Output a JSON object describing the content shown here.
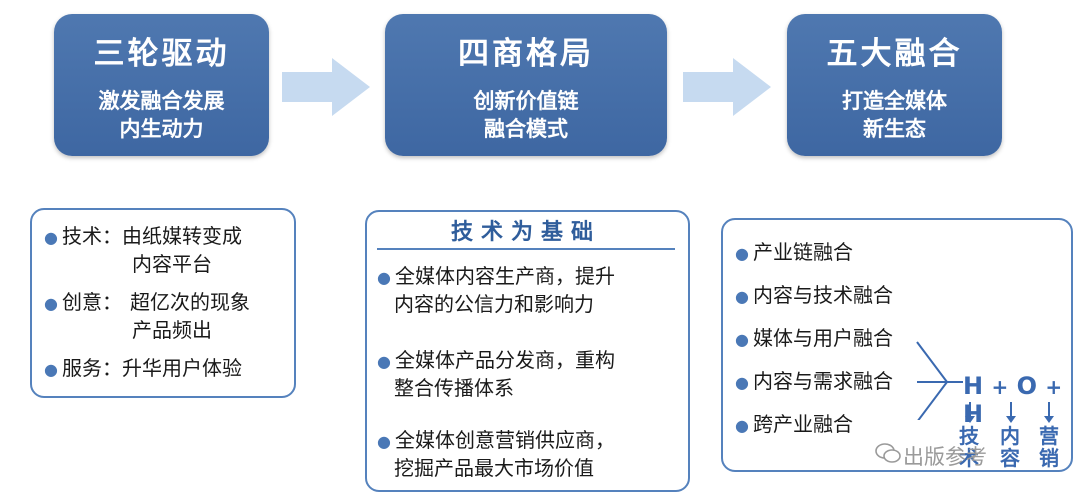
{
  "stages": [
    {
      "title": "三轮驱动",
      "lines": [
        "激发融合发展",
        "内生动力"
      ]
    },
    {
      "title": "四商格局",
      "lines": [
        "创新价值链",
        "融合模式"
      ]
    },
    {
      "title": "五大融合",
      "lines": [
        "打造全媒体",
        "新生态"
      ]
    }
  ],
  "card1": {
    "items": [
      {
        "label": "技术：",
        "text1": "由纸媒转变成",
        "text2": "内容平台"
      },
      {
        "label": "创意：",
        "text1": "超亿次的现象",
        "text2": "产品频出"
      },
      {
        "label": "服务：",
        "text1": "升华用户体验"
      }
    ]
  },
  "card2": {
    "heading": "技术为基础",
    "items": [
      {
        "line1": "全媒体内容生产商，提升",
        "line2": "内容的公信力和影响力"
      },
      {
        "line1": "全媒体产品分发商，重构",
        "line2": "整合传播体系"
      },
      {
        "line1": "全媒体创意营销供应商，",
        "line2": "挖掘产品最大市场价值"
      }
    ]
  },
  "card3": {
    "items": [
      "产业链融合",
      "内容与技术融合",
      "媒体与用户融合",
      "内容与需求融合",
      "跨产业融合"
    ],
    "formula": {
      "h1": "H",
      "plus1": "+",
      "o": "O",
      "plus2": "+",
      "h2": "H"
    },
    "formula_labels": [
      "技",
      "内",
      "营",
      "术",
      "容",
      "销"
    ]
  },
  "watermark": "出版参考",
  "colors": {
    "stage": "#4a73ad",
    "accent": "#3a69b0",
    "arrow": "#c6daf0"
  }
}
